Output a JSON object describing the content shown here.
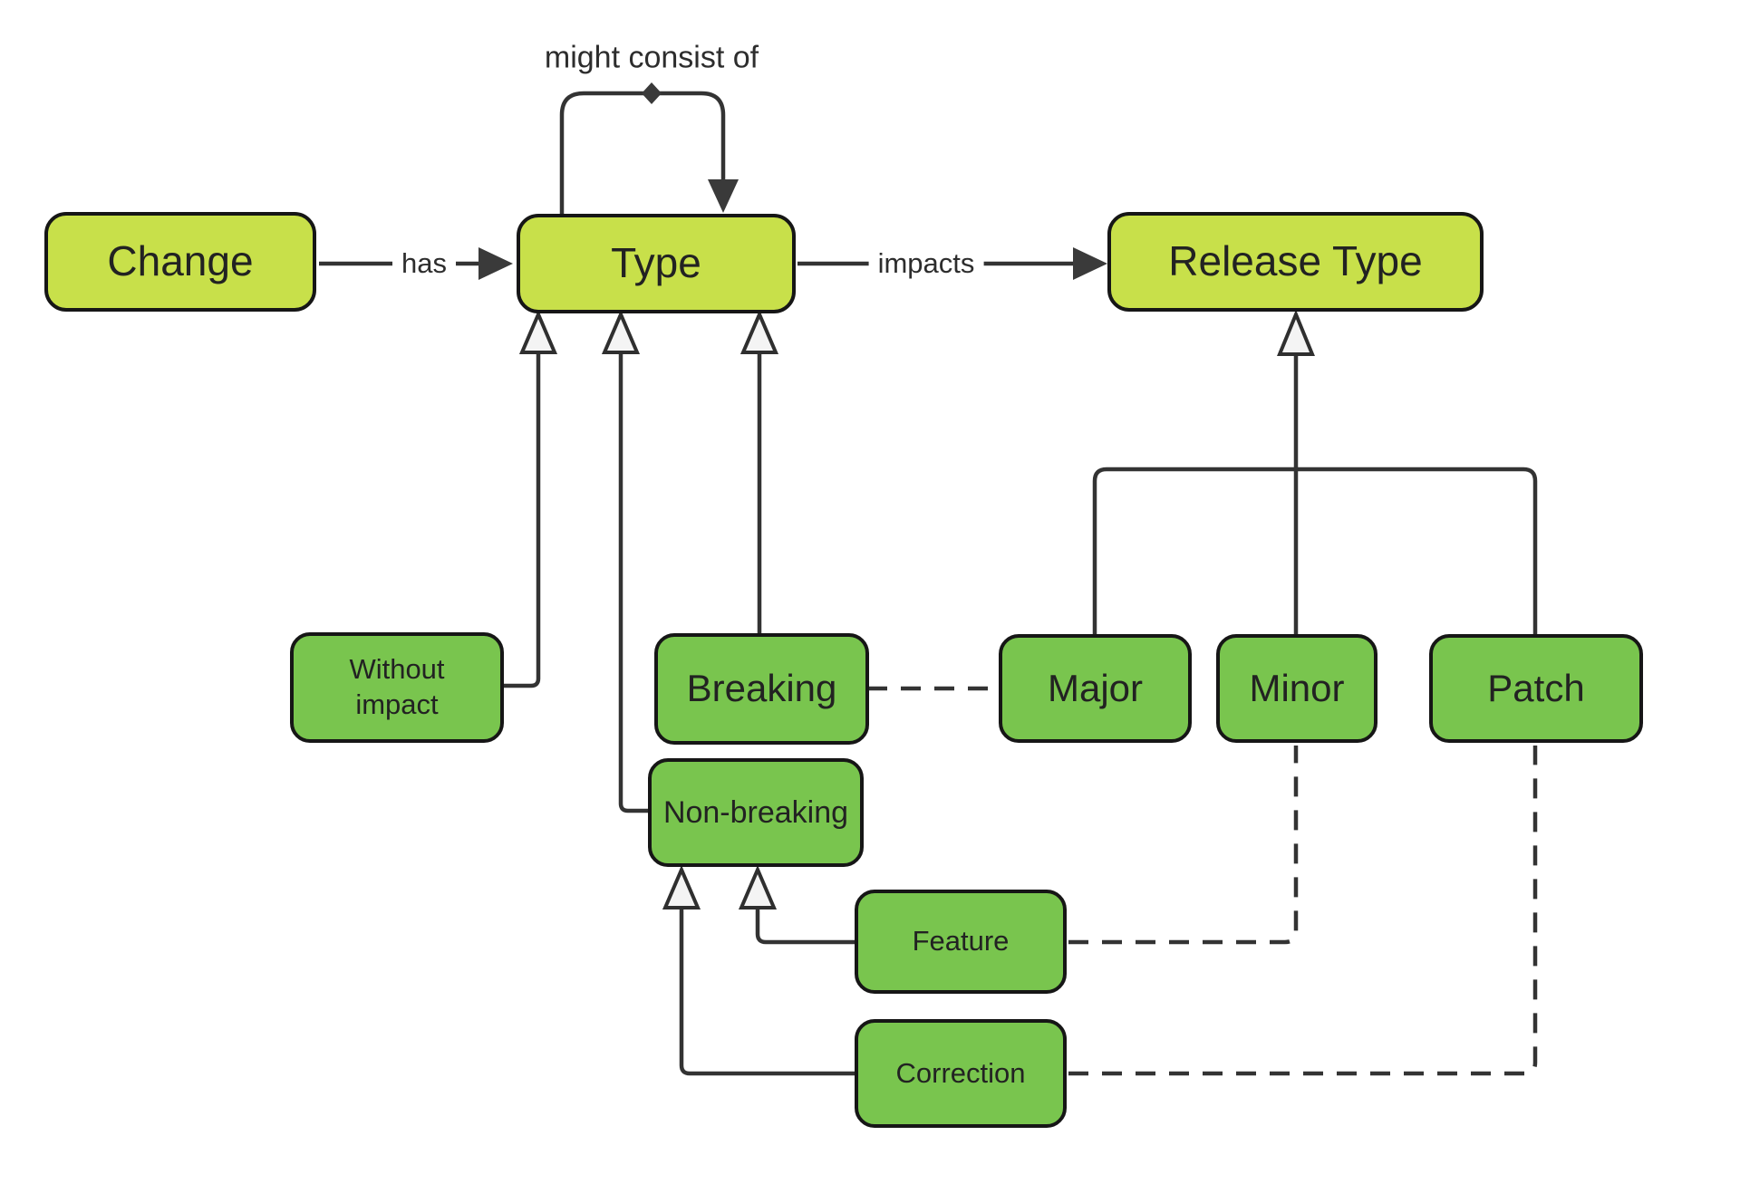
{
  "diagram": {
    "nodes": {
      "change": {
        "label": "Change"
      },
      "type": {
        "label": "Type"
      },
      "release_type": {
        "label": "Release Type"
      },
      "without_impact": {
        "label": "Without impact"
      },
      "breaking": {
        "label": "Breaking"
      },
      "non_breaking": {
        "label": "Non-breaking"
      },
      "major": {
        "label": "Major"
      },
      "minor": {
        "label": "Minor"
      },
      "patch": {
        "label": "Patch"
      },
      "feature": {
        "label": "Feature"
      },
      "correction": {
        "label": "Correction"
      }
    },
    "edge_labels": {
      "has": "has",
      "impacts": "impacts",
      "might_consist_of": "might consist of"
    },
    "icons": {
      "solid_arrowhead": "filled dark triangle (directed association)",
      "hollow_triangle_arrowhead": "white triangle (inheritance / is-a)",
      "composition_diamond": "small filled diamond on self-loop"
    },
    "colors": {
      "primary_node_fill": "#c8e04a",
      "secondary_node_fill": "#79c54e",
      "node_border": "#161616",
      "connector": "#333333",
      "hollow_arrowhead_fill": "#f4f4f4",
      "text": "#222222",
      "background": "#ffffff"
    }
  }
}
